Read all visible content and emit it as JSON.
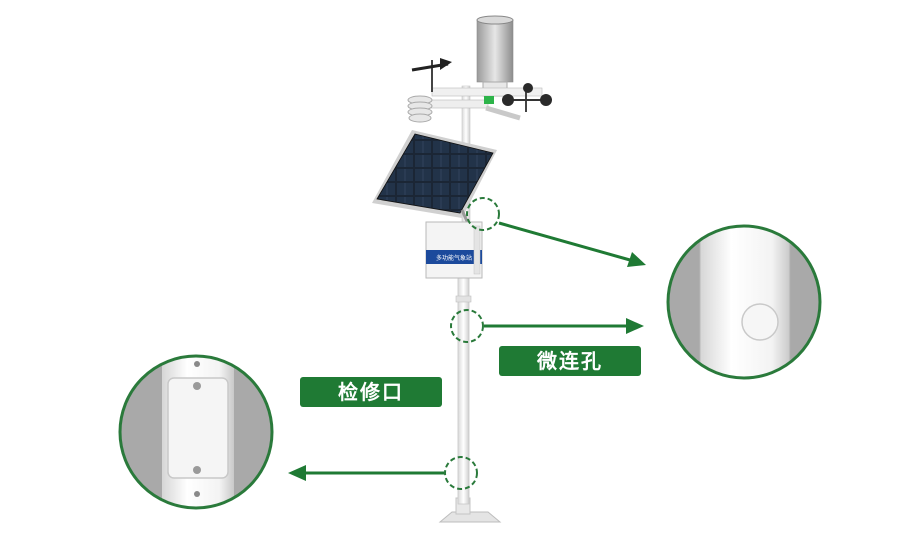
{
  "callouts": {
    "top_right": {
      "label": ""
    },
    "middle_right": {
      "label": "微连孔"
    },
    "left": {
      "label": "检修口"
    }
  },
  "device_plate": {
    "text": "多功能气象站"
  },
  "colors": {
    "accent_green": "#1f7a34",
    "circle_border": "#2a7a3b",
    "pole_white": "#f2f2f2",
    "zoom_background": "#a8a8a8",
    "solar_dark": "#1e2a3a",
    "nameplate_blue": "#1c4a9c"
  }
}
